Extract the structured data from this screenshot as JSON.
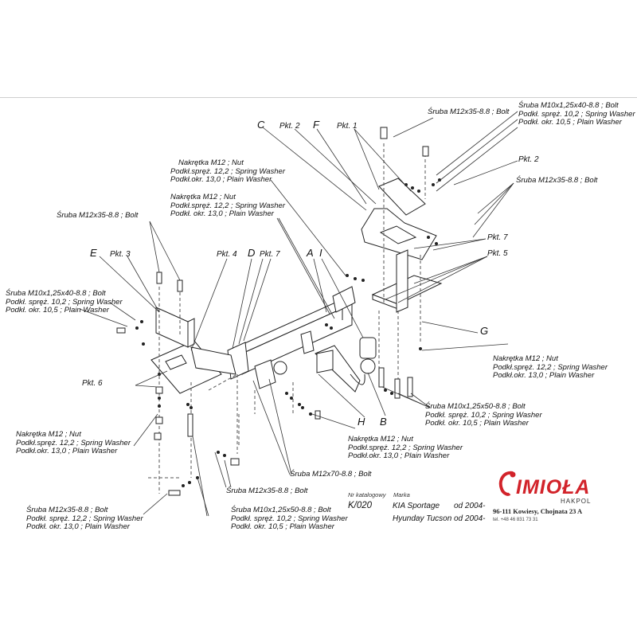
{
  "logo": {
    "brand": "IMIOŁA",
    "sub": "HAKPOL",
    "address": "96-111 Kowiesy, Chojnata 23 A",
    "tel": "tel. +48 46 831 73 31"
  },
  "letters": {
    "C": "C",
    "F": "F",
    "E": "E",
    "D": "D",
    "A": "A",
    "I": "I",
    "G": "G",
    "H": "H",
    "B": "B"
  },
  "pkt": {
    "p1": "Pkt. 1",
    "p2a": "Pkt. 2",
    "p2b": "Pkt. 2",
    "p3": "Pkt. 3",
    "p4": "Pkt. 4",
    "p5": "Pkt. 5",
    "p6": "Pkt. 6",
    "p7a": "Pkt. 7",
    "p7b": "Pkt. 7"
  },
  "parts": {
    "srubaTop": "Śruba M12x35-8.8 ; Bolt",
    "srubaM10Top": [
      "Śruba M10x1,25x40-8.8 ; Bolt",
      "Podkł. spręż. 10,2 ; Spring Washer",
      "Podkł. okr. 10,5 ;  Plain Washer"
    ],
    "srubaRightTop": "Śruba M12x35-8.8 ; Bolt",
    "nakretkaA": [
      "Nakrętka  M12 ; Nut",
      "Podkł.spręż. 12,2 ; Spring Washer",
      "Podkł.okr. 13,0 ; Plain Washer"
    ],
    "nakretkaB": [
      "Nakrętka  M12 ; Nut",
      "Podkł.spręż. 12,2 ; Spring Washer",
      "Podkł. okr. 13,0 ;  Plain Washer"
    ],
    "srubaLeft": "Śruba M12x35-8.8 ; Bolt",
    "srubaM10Left": [
      "Śruba M10x1,25x40-8.8 ; Bolt",
      "Podkł. spręż. 10,2 ; Spring Washer",
      "Podkł. okr. 10,5 ;  Plain Washer"
    ],
    "nakretkaG": [
      "Nakrętka  M12 ; Nut",
      "Podkł.spręż. 12,2 ; Spring Washer",
      "Podkł.okr. 13,0 ; Plain Washer"
    ],
    "srubaM10Right": [
      "Śruba M10x1,25x50-8.8 ; Bolt",
      "Podkł. spręż. 10,2 ; Spring Washer",
      "Podkł. okr. 10,5 ;  Plain Washer"
    ],
    "nakretkaLeft": [
      "Nakrętka  M12 ; Nut",
      "Podkł.spręż. 12,2 ; Spring Washer",
      "Podkł.okr. 13,0 ;  Plain Washer"
    ],
    "nakretkaH": [
      "Nakrętka  M12 ; Nut",
      "Podkł.spręż. 12,2 ; Spring Washer",
      "Podkł.okr. 13,0 ;  Plain Washer"
    ],
    "srubaM12x70": "Śruba M12x70-8.8 ; Bolt",
    "srubaM12x35Mid": "Śruba M12x35-8.8 ; Bolt",
    "srubaBottomLeft": [
      "Śruba M12x35-8.8 ; Bolt",
      "Podkł. spręż.  12,2 ; Spring Washer",
      "Podkł. okr. 13,0 ;  Plain Washer"
    ],
    "srubaM10Bottom": [
      "Śruba M10x1,25x50-8.8 ; Bolt",
      "Podkł. spręż. 10,2 ; Spring Washer",
      "Podkł. okr. 10,5 ;  Plain Washer"
    ]
  },
  "catalog": {
    "nrHeader": "Nr katalogowy",
    "markaHeader": "Marka",
    "number": "K/020",
    "rows": [
      {
        "make": "KIA Sportage",
        "year": "od 2004-"
      },
      {
        "make": "Hyunday Tucson",
        "year": "od 2004-"
      }
    ]
  }
}
